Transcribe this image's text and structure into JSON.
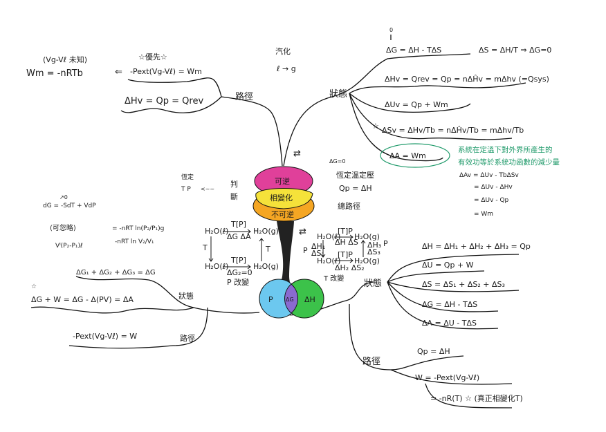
{
  "top_left": {
    "note": "(Vg-Vℓ 未知)",
    "wm": "Wm = -nRTb",
    "arrow": "⇐",
    "priority": "☆優先☆",
    "work": "-Pext(Vg-Vℓ) = Wm",
    "enthalpy": "ΔHv = Qp = Qrev",
    "path": "路徑",
    "vapor": "汽化",
    "lg": "ℓ → g"
  },
  "top_right": {
    "zero": "0",
    "eq": "‖",
    "dg": "ΔG = ΔH - TΔS",
    "ds": "ΔS = ΔH/T  ⇒ ΔG=0",
    "state": "狀態",
    "dh": "ΔHv = Qrev = Qp = nΔĤv = mΔhv (=Qsys)",
    "du": "ΔUv = Qp + Wm",
    "star": "☆",
    "dsv": "ΔSv = ΔHv/Tb = nΔĤv/Tb = mΔhv/Tb",
    "da": "ΔA = Wm",
    "green1": "系統在定溫下對外界所產生的",
    "green2": "有效功等於系統功函數的減少量",
    "a1": "ΔAv = ΔUv - TbΔSv",
    "a2": "= ΔUv - ΔHv",
    "a3": "= ΔUv - Qp",
    "a4": "= Wm"
  },
  "center": {
    "exchange": "⇄",
    "reversible": "可逆",
    "phase_change": "相變化",
    "irreversible": "不可逆",
    "dg0": "ΔG=0",
    "const_tp": "恆定溫定壓",
    "qp": "Qp = ΔH",
    "total_path": "總路徑",
    "judge1": "判",
    "judge2": "斷",
    "const": "恆定",
    "tp": "T P",
    "squiggle": "<~~",
    "venn_p": "P",
    "venn_mid": "ΔG",
    "venn_dh": "ΔH"
  },
  "cycle_left": {
    "tp": "T[P]",
    "l": "H₂O(ℓ)",
    "g": "H₂O(g)",
    "dgda": "ΔG ΔA",
    "t": "T",
    "dg2": "ΔG₂=0",
    "pchange": "P 改變"
  },
  "cycle_right": {
    "tp": "[T]P",
    "l": "H₂O(ℓ)",
    "g": "H₂O(g)",
    "dhds": "ΔH ΔS",
    "dh1": "ΔH₁",
    "ds1": "ΔS₁",
    "dh2": "ΔH₂ ΔS₂",
    "dh3": "ΔH₃",
    "ds3": "ΔS₃",
    "p": "P",
    "tchange": "T 改變",
    "exchange": "⇄"
  },
  "bottom_left": {
    "dg": "dG = -SdT + VdP",
    "zero": "↗0",
    "neglect": "(可忽略)",
    "vl": "Vˡ(P₂-P₁)ℓ",
    "gas1": "= -nRT ln(P₂/P₁)g",
    "gas2": "-nRT ln V₂/V₁",
    "sum": "ΔG₁ + ΔG₂ + ΔG₃ = ΔG",
    "state": "狀態",
    "star": "☆",
    "da": "ΔG + W = ΔG - Δ(PV) = ΔA",
    "work": "-Pext(Vg-Vℓ) = W",
    "path": "路徑"
  },
  "bottom_right": {
    "state": "狀態",
    "dh": "ΔH = ΔH₁ + ΔH₂ + ΔH₃ = Qp",
    "du": "ΔU = Qp + W",
    "ds": "ΔS = ΔS₁ + ΔS₂ + ΔS₃",
    "dg": "ΔG = ΔH - TΔS",
    "da": "ΔA = ΔU - TΔS",
    "path": "路徑",
    "qp": "Qp = ΔH",
    "w": "W = -Pext(Vg-Vℓ)",
    "w2": "= -nR(T) ☆ (真正相變化T)"
  },
  "colors": {
    "magenta": "#e0409a",
    "yellow": "#f5e23a",
    "orange": "#f5a623",
    "blue": "#6cc8ef",
    "green": "#3cc24a",
    "purple": "#8a6ad0",
    "note_green": "#1f9a6a"
  }
}
